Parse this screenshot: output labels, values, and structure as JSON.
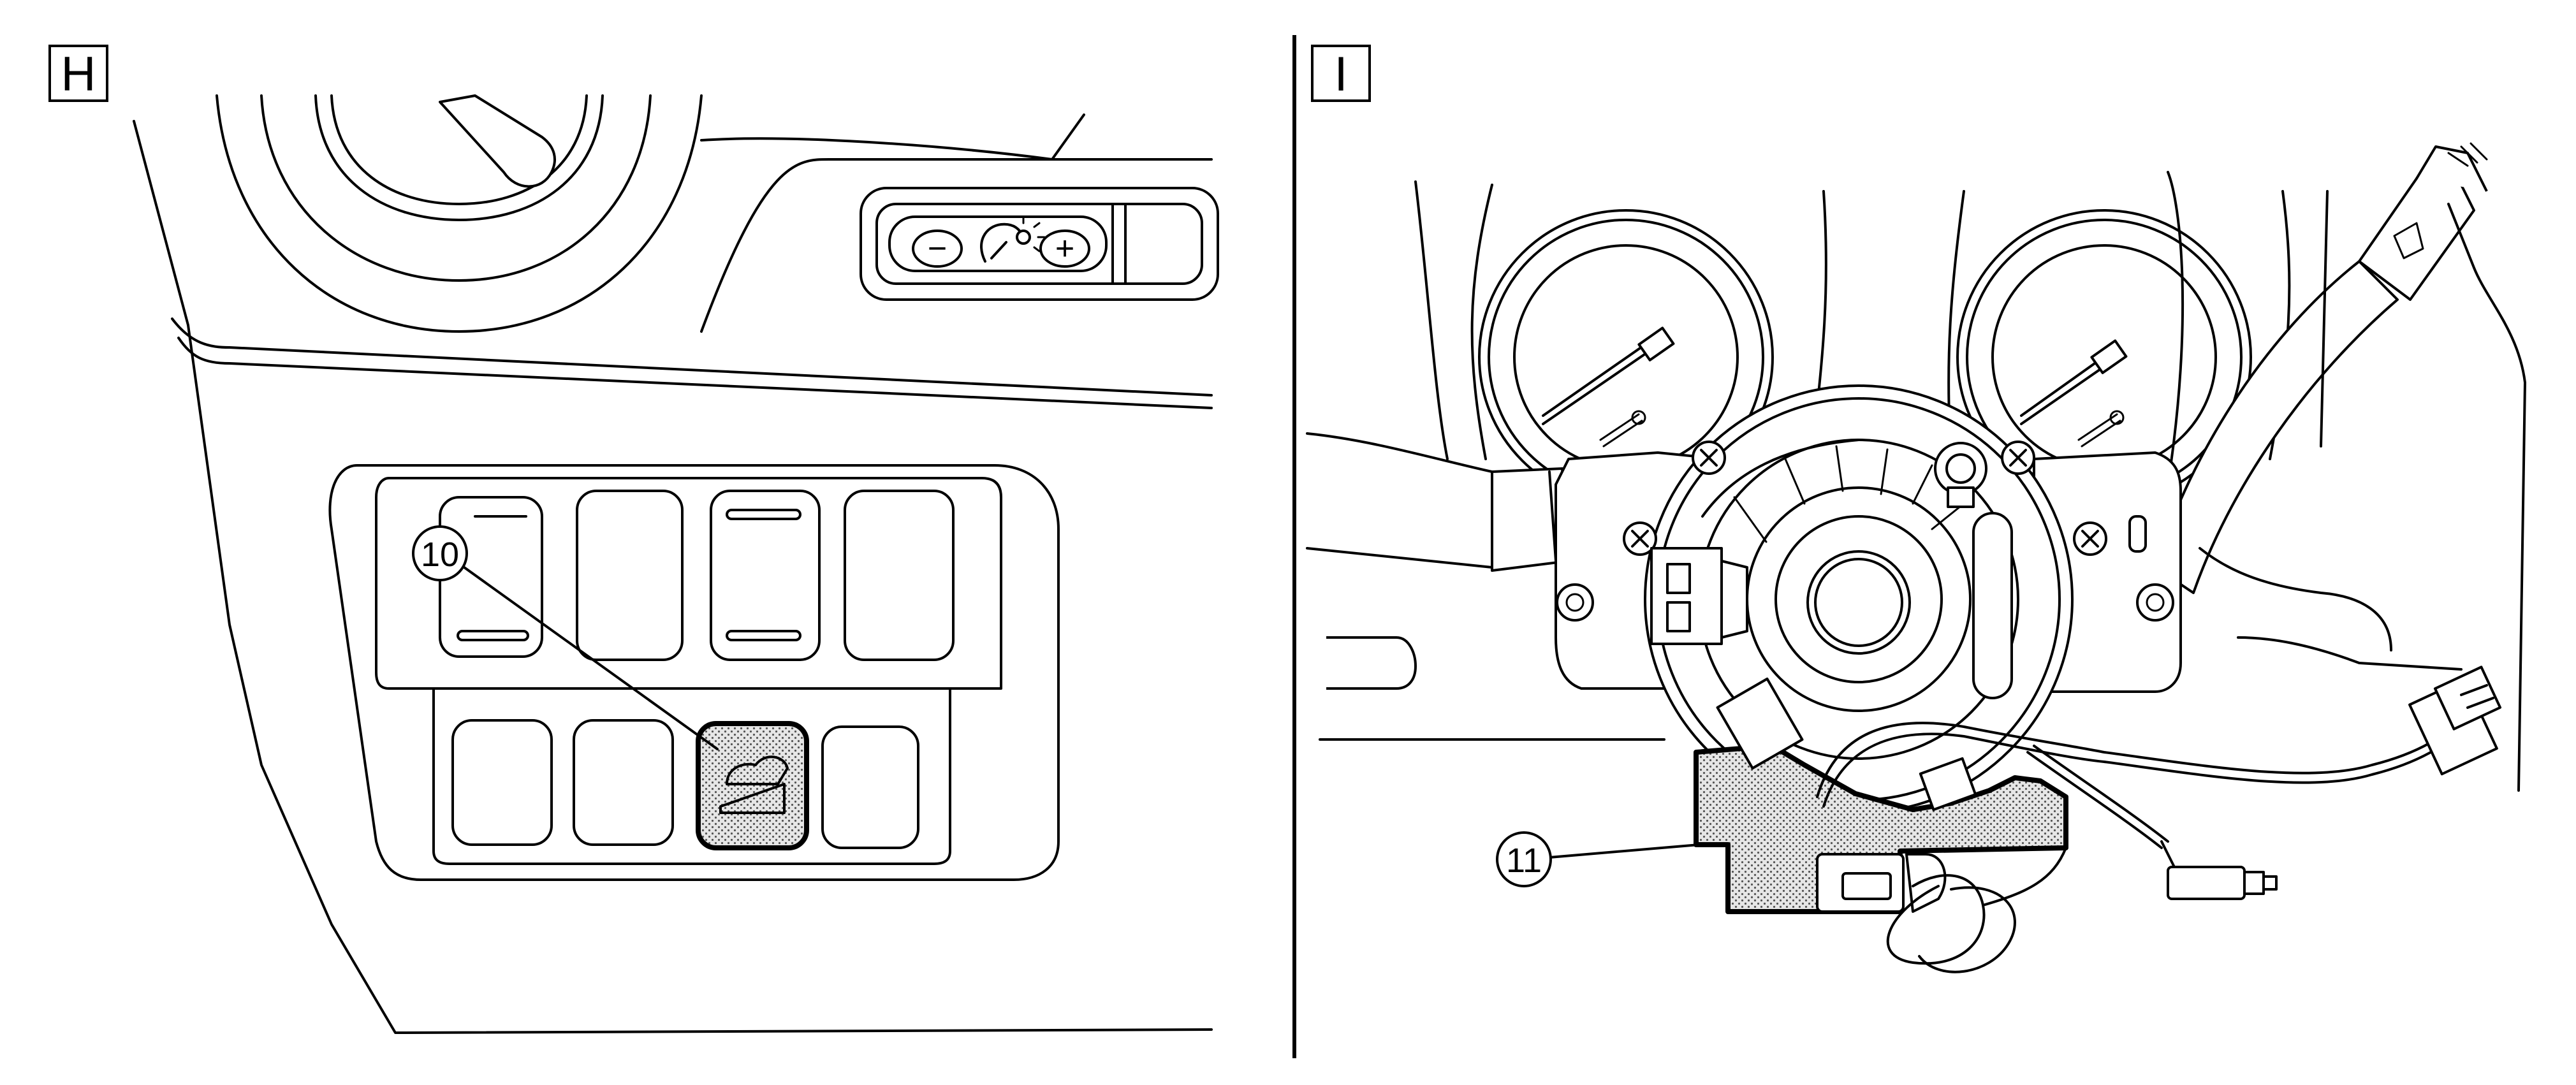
{
  "panels": [
    {
      "id": "H",
      "label": "H"
    },
    {
      "id": "I",
      "label": "I"
    }
  ],
  "callouts": [
    {
      "number": "10",
      "panel": "H"
    },
    {
      "number": "11",
      "panel": "I"
    }
  ],
  "dimmer_symbols": {
    "minus": "−",
    "plus": "+"
  },
  "colors": {
    "line": "#000000",
    "background": "#ffffff",
    "highlight_fill": "#d9d9d9"
  },
  "icons": [
    "illumination-dimmer-icon",
    "screw-icon",
    "highlighted-switch-icon"
  ]
}
